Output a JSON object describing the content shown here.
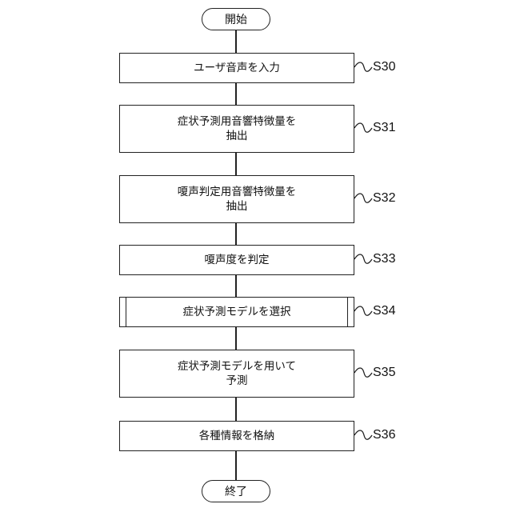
{
  "start": {
    "label": "開始"
  },
  "end": {
    "label": "終了"
  },
  "steps": [
    {
      "id": "S30",
      "lines": [
        "ユーザ音声を入力"
      ]
    },
    {
      "id": "S31",
      "lines": [
        "症状予測用音響特徴量を",
        "抽出"
      ]
    },
    {
      "id": "S32",
      "lines": [
        "嗄声判定用音響特徴量を",
        "抽出"
      ]
    },
    {
      "id": "S33",
      "lines": [
        "嗄声度を判定"
      ]
    },
    {
      "id": "S34",
      "lines": [
        "症状予測モデルを選択"
      ],
      "shape": "predefined-process"
    },
    {
      "id": "S35",
      "lines": [
        "症状予測モデルを用いて",
        "予測"
      ]
    },
    {
      "id": "S36",
      "lines": [
        "各種情報を格納"
      ]
    }
  ]
}
